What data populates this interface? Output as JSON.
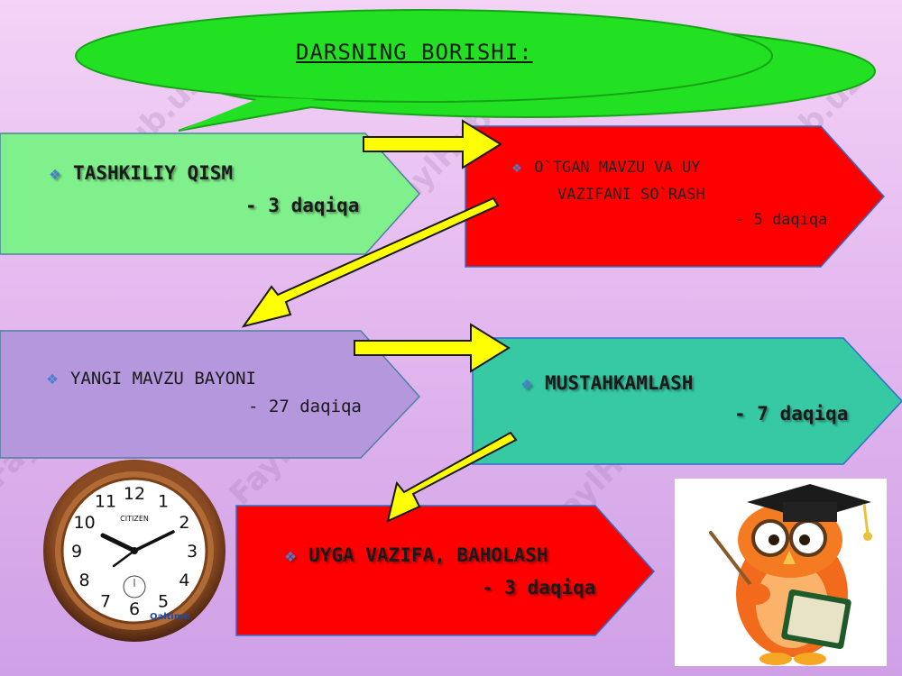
{
  "title": "DARSNING BORISHI:",
  "steps": [
    {
      "name": "TASHKILIY  QISM",
      "time": "-  3 daqiqa",
      "color": "#7ff08c"
    },
    {
      "line1": "O`TGAN  MAVZU VA UY",
      "line2": "VAZIFANI  SO`RASH",
      "time": "-  5 daqiqa",
      "color": "#ff0000"
    },
    {
      "name": "YANGI MAVZU BAYONI",
      "time": "-  27 daqiqa",
      "color": "#b497dc"
    },
    {
      "name": "MUSTAHKAMLASH",
      "time": "-  7 daqiqa",
      "color": "#37c8a4"
    },
    {
      "name": "UYGA  VAZIFA, BAHOLASH",
      "time": "-  3 daqiqa",
      "color": "#ff0000"
    }
  ],
  "clock": {
    "brand": "CITIZEN",
    "numbers": [
      "12",
      "1",
      "2",
      "3",
      "4",
      "5",
      "6",
      "7",
      "8",
      "9",
      "10",
      "11"
    ],
    "badge": "Qaltime"
  },
  "watermark": "FaylHub.uz",
  "bullet_glyph": "❖"
}
